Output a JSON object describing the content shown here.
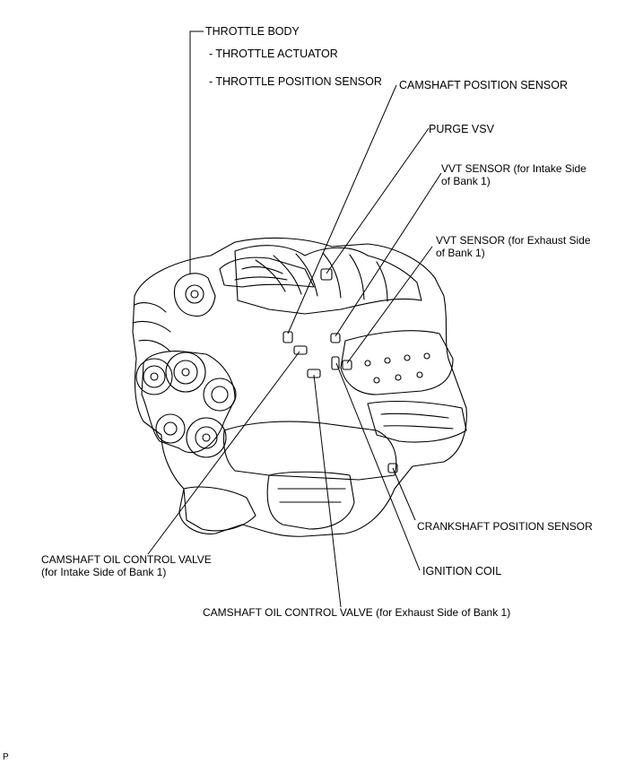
{
  "labels": {
    "throttle_body": "THROTTLE BODY",
    "throttle_actuator": "- THROTTLE ACTUATOR",
    "throttle_position_sensor": "- THROTTLE POSITION SENSOR",
    "camshaft_position_sensor": "CAMSHAFT POSITION SENSOR",
    "purge_vsv": "PURGE VSV",
    "vvt_intake": "VVT SENSOR (for Intake Side\nof Bank 1)",
    "vvt_exhaust": "VVT SENSOR (for Exhaust Side\nof Bank 1)",
    "crankshaft_position_sensor": "CRANKSHAFT POSITION SENSOR",
    "ignition_coil": "IGNITION COIL",
    "ocv_intake": "CAMSHAFT OIL CONTROL VALVE\n(for Intake Side of Bank 1)",
    "ocv_exhaust": "CAMSHAFT OIL CONTROL VALVE (for Exhaust Side of Bank 1)",
    "corner_mark": "P"
  },
  "colors": {
    "line": "#000000",
    "background": "#ffffff"
  }
}
